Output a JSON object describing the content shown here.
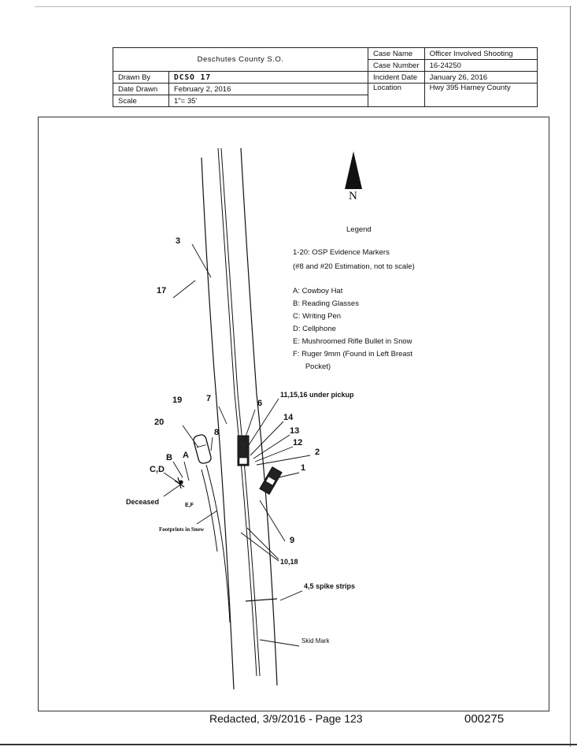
{
  "header": {
    "agency": "Deschutes County S.O.",
    "drawn_by_label": "Drawn By",
    "drawn_by_value": "DCSO 17",
    "date_drawn_label": "Date Drawn",
    "date_drawn_value": "February 2, 2016",
    "scale_label": "Scale",
    "scale_value": "1\"= 35'",
    "case_name_label": "Case Name",
    "case_name_value": "Officer Involved Shooting",
    "case_number_label": "Case Number",
    "case_number_value": "16-24250",
    "incident_date_label": "Incident Date",
    "incident_date_value": "January 26, 2016",
    "location_label": "Location",
    "location_value": "Hwy 395 Harney County"
  },
  "north": {
    "letter": "N"
  },
  "legend": {
    "title": "Legend",
    "markers": "1-20: OSP Evidence Markers",
    "estimation": "(#8 and #20 Estimation, not to scale)",
    "items": [
      "A:  Cowboy Hat",
      "B:  Reading Glasses",
      "C:  Writing Pen",
      "D:  Cellphone",
      "E:  Mushroomed Rifle Bullet in Snow",
      "F:  Ruger 9mm (Found in Left Breast",
      "      Pocket)"
    ]
  },
  "markers": {
    "m3": "3",
    "m17": "17",
    "m19": "19",
    "m7": "7",
    "m6": "6",
    "m11_15_16": "11,15,16 under pickup",
    "m20": "20",
    "m8": "8",
    "m14": "14",
    "m13": "13",
    "m12": "12",
    "m2": "2",
    "mB": "B",
    "mA": "A",
    "mCD": "C,D",
    "m1": "1",
    "deceased": "Deceased",
    "mEF": "E,F",
    "footprints": "Footprints in Snow",
    "m9": "9",
    "m10_18": "10,18",
    "spike": "4,5 spike strips",
    "skid": "Skid Mark"
  },
  "footer": {
    "redacted": "Redacted, 3/9/2016 - Page 123",
    "page_code": "000275"
  }
}
